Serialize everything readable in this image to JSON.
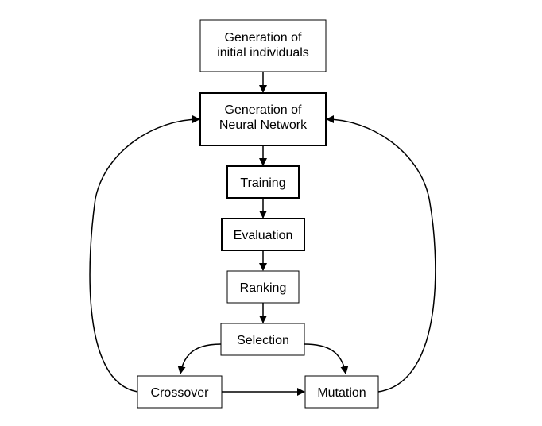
{
  "nodes": {
    "initial": {
      "lines": [
        "Generation of",
        "initial individuals"
      ]
    },
    "neural": {
      "lines": [
        "Generation of",
        "Neural Network"
      ]
    },
    "training": {
      "label": "Training"
    },
    "evaluation": {
      "label": "Evaluation"
    },
    "ranking": {
      "label": "Ranking"
    },
    "selection": {
      "label": "Selection"
    },
    "crossover": {
      "label": "Crossover"
    },
    "mutation": {
      "label": "Mutation"
    }
  }
}
